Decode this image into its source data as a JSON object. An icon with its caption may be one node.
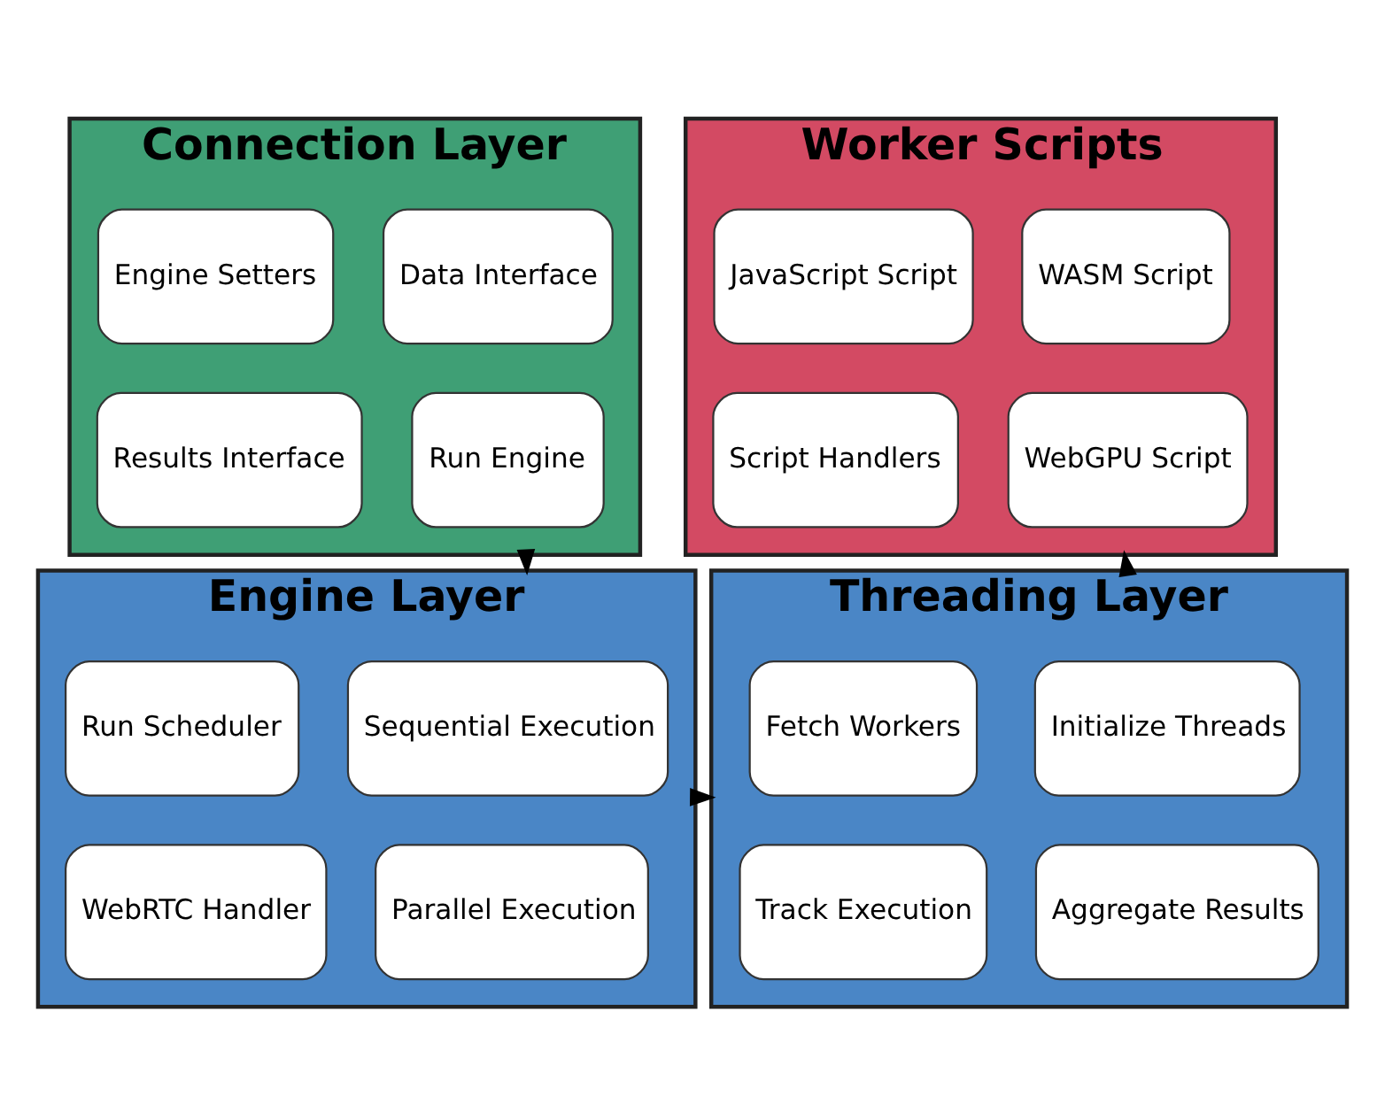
{
  "diagram": {
    "nodes": [
      {
        "text": [
          "Connection Layer"
        ]
      },
      {
        "text": [
          "Data Interface"
        ],
        "in": 0
      },
      {
        "text": [
          "Engine Setters"
        ],
        "in": 0
      },
      {
        "text": [
          "Run Engine"
        ],
        "in": 0
      },
      {
        "text": [
          "Results Interface"
        ],
        "in": 0
      },
      {
        "text": [
          "Worker Scripts"
        ]
      },
      {
        "text": [
          "WASM Script"
        ],
        "in": 5
      },
      {
        "text": [
          "JavaScript Script"
        ],
        "in": 5
      },
      {
        "text": [
          "WebGPU Script"
        ],
        "in": 5
      },
      {
        "text": [
          "Script Handlers"
        ],
        "in": 5
      },
      {
        "text": [
          "Engine Layer"
        ]
      },
      {
        "text": [
          "Sequential Execution"
        ],
        "in": 10
      },
      {
        "text": [
          "Run Scheduler"
        ],
        "in": 10
      },
      {
        "text": [
          "Parallel Execution"
        ],
        "in": 10
      },
      {
        "text": [
          "WebRTC Handler"
        ],
        "in": 10
      },
      {
        "text": [
          "Threading Layer"
        ]
      },
      {
        "text": [
          "Initialize Threads"
        ],
        "in": 15
      },
      {
        "text": [
          "Fetch Workers"
        ],
        "in": 15
      },
      {
        "text": [
          "Aggregate Results"
        ],
        "in": 15
      },
      {
        "text": [
          "Track Execution"
        ],
        "in": 15
      }
    ],
    "edges": [
      {
        "from": 0,
        "to": 10,
        "arrow": "to"
      },
      {
        "from": 10,
        "to": 15,
        "arrow": "to"
      },
      {
        "from": 15,
        "to": 5,
        "arrow": "to"
      }
    ]
  }
}
